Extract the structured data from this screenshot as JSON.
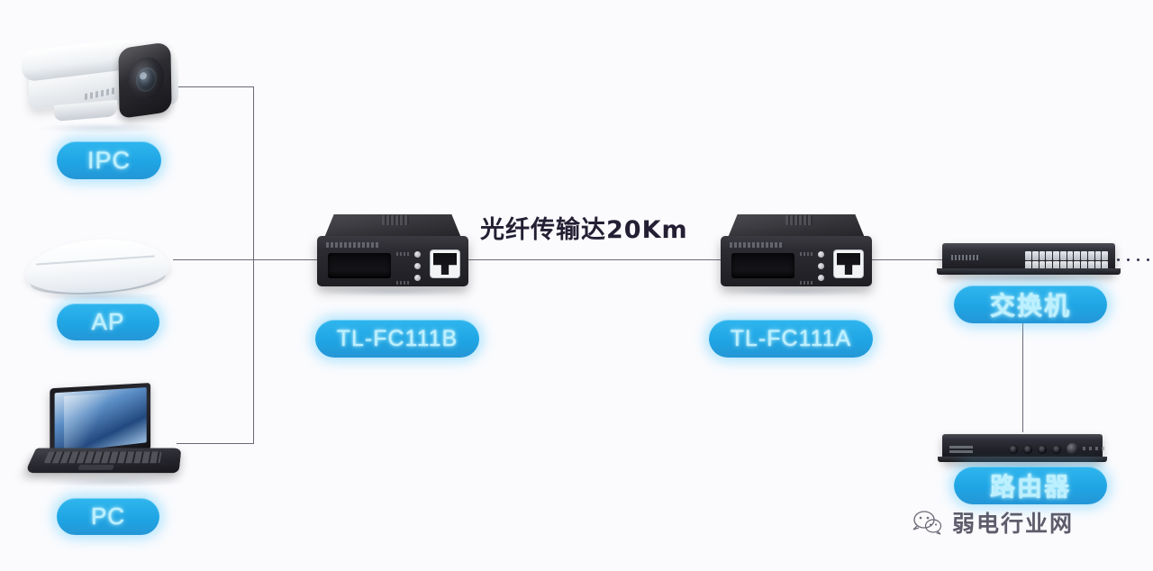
{
  "diagram": {
    "background_color": "#fbfbfd",
    "accent_color": "#1fa5e4",
    "label_text_color": "#bdf0ff",
    "line_color": "#6a6a78"
  },
  "labels": {
    "ipc": "IPC",
    "ap": "AP",
    "pc": "PC",
    "converter_b": "TL-FC111B",
    "converter_a": "TL-FC111A",
    "switch": "交换机",
    "router": "路由器"
  },
  "annotations": {
    "fiber_distance": "光纤传输达20Km"
  },
  "watermark": {
    "text": "弱电行业网",
    "icon": "wechat-logo-icon"
  },
  "devices": [
    {
      "name": "ip-camera",
      "label": "IPC",
      "type": "camera"
    },
    {
      "name": "wireless-ap",
      "label": "AP",
      "type": "access-point"
    },
    {
      "name": "laptop-pc",
      "label": "PC",
      "type": "laptop"
    },
    {
      "name": "media-converter-b",
      "label": "TL-FC111B",
      "type": "media-converter"
    },
    {
      "name": "media-converter-a",
      "label": "TL-FC111A",
      "type": "media-converter"
    },
    {
      "name": "network-switch",
      "label": "交换机",
      "type": "switch"
    },
    {
      "name": "router",
      "label": "路由器",
      "type": "router"
    }
  ],
  "links": [
    {
      "from": "ip-camera",
      "to": "trunk-bus",
      "style": "solid"
    },
    {
      "from": "wireless-ap",
      "to": "media-converter-b",
      "style": "solid"
    },
    {
      "from": "laptop-pc",
      "to": "trunk-bus",
      "style": "solid"
    },
    {
      "from": "media-converter-b",
      "to": "media-converter-a",
      "style": "solid",
      "annotation": "光纤传输达20Km"
    },
    {
      "from": "media-converter-a",
      "to": "network-switch",
      "style": "solid"
    },
    {
      "from": "network-switch",
      "to": "router",
      "style": "solid"
    },
    {
      "from": "network-switch",
      "to": "uplink-continues",
      "style": "dotted"
    }
  ]
}
